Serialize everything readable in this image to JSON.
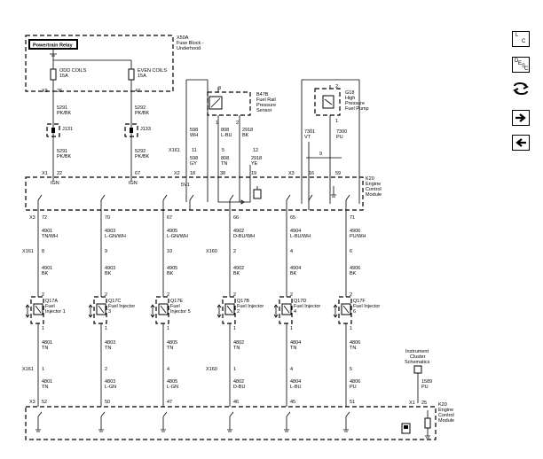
{
  "blocks": {
    "fuse_block_id": "X50A",
    "fuse_block_name_1": "Fuse Block -",
    "fuse_block_name_2": "Underhood",
    "relay_label": "Powertrain Relay",
    "fuse_odd_1": "ODD COILS",
    "fuse_odd_2": "15A",
    "fuse_even_1": "EVEN COILS",
    "fuse_even_2": "15A",
    "ecm_id": "K20",
    "ecm_name_1": "Engine",
    "ecm_name_2": "Control",
    "ecm_name_3": "Module",
    "ecm_id_bottom": "K20",
    "ecm_bottom_1": "Engine",
    "ecm_bottom_2": "Control",
    "ecm_bottom_3": "Module",
    "sensor_pin": "3",
    "sensor_id": "B47B",
    "sensor_name_1": "Fuel Rail",
    "sensor_name_2": "Pressure",
    "sensor_name_3": "Sensor",
    "sensor_pin_1": "1",
    "sensor_pin_2": "2",
    "pump_pin_top": "2",
    "pump_id": "G18",
    "pump_name_1": "High",
    "pump_name_2": "Pressure",
    "pump_name_3": "Fuel Pump",
    "pump_pin_bot": "1",
    "cluster_1": "Instrument",
    "cluster_2": "Cluster",
    "cluster_3": "Schematics"
  },
  "wires": {
    "x3_top": "X3",
    "pin_26": "26",
    "pin_47": "47",
    "c_5291": "5291",
    "c_5291_col": "PK/BK",
    "c_5292": "5292",
    "c_5292_col": "PK/BK",
    "j131": "J131",
    "j133": "J133",
    "c_5291b": "5291",
    "c_5291b_col": "PK/BK",
    "c_5292b": "5292",
    "c_5292b_col": "PK/BK",
    "x1": "X1",
    "pin_22": "22",
    "pin_67": "67",
    "ign_1": "IGN",
    "ign_2": "IGN",
    "c_598": "598",
    "c_598_col": "WH",
    "c_808": "808",
    "c_808_col": "L-BU",
    "c_2918": "2918",
    "c_2918_col": "BK",
    "x161": "X161",
    "pin_11": "11",
    "pin_5": "5",
    "pin_12": "12",
    "c_598b": "598",
    "c_598b_col": "GY",
    "c_808b": "808",
    "c_808b_col": "TN",
    "c_2918b": "2918",
    "c_2918b_col": "YE",
    "x2": "X2",
    "pin_18": "18",
    "pin_38": "38",
    "pin_19": "19",
    "v5": "5V1",
    "c_7301": "7301",
    "c_7301_col": "VT",
    "c_7300": "7300",
    "c_7300_col": "PU",
    "pin_9": "9",
    "x3_mid": "X3",
    "pin_16": "16",
    "pin_59": "59",
    "x3_inj": "X3",
    "c_1589": "1589",
    "c_1589_col": "PU",
    "x1_bot": "X1",
    "pin_25": "25",
    "x3_bot": "X3"
  },
  "connectors": {
    "x161a": "X161",
    "x160a": "X160",
    "x161b": "X161",
    "x160b": "X160"
  },
  "injectors": [
    {
      "pin_ecm": "72",
      "c1": "4901",
      "c1c": "TN/WH",
      "pin_a": "8",
      "c2": "4901",
      "c2c": "BK",
      "id": "Q17A",
      "n1": "Fuel",
      "n2": "Injector 1",
      "p_top": "2",
      "p_bot": "1",
      "c3": "4801",
      "c3c": "TN",
      "pin_b": "1",
      "c4": "4801",
      "c4c": "TN",
      "pin_e": "52"
    },
    {
      "pin_ecm": "70",
      "c1": "4903",
      "c1c": "L-GN/WH",
      "pin_a": "9",
      "c2": "4903",
      "c2c": "BK",
      "id": "Q17C",
      "n1": "Fuel Injector",
      "n2": "3",
      "p_top": "2",
      "p_bot": "1",
      "c3": "4803",
      "c3c": "TN",
      "pin_b": "2",
      "c4": "4803",
      "c4c": "L-GN",
      "pin_e": "50"
    },
    {
      "pin_ecm": "67",
      "c1": "4905",
      "c1c": "L-GN/WH",
      "pin_a": "10",
      "c2": "4905",
      "c2c": "BK",
      "id": "Q17E",
      "n1": "Fuel",
      "n2": "Injector 5",
      "p_top": "2",
      "p_bot": "1",
      "c3": "4805",
      "c3c": "TN",
      "pin_b": "4",
      "c4": "4805",
      "c4c": "L-GN",
      "pin_e": "47"
    },
    {
      "pin_ecm": "66",
      "c1": "4902",
      "c1c": "D-BU/WH",
      "pin_a": "2",
      "c2": "4902",
      "c2c": "BK",
      "id": "Q17B",
      "n1": "Fuel Injector",
      "n2": "2",
      "p_top": "2",
      "p_bot": "1",
      "c3": "4802",
      "c3c": "TN",
      "pin_b": "1",
      "c4": "4802",
      "c4c": "D-BU",
      "pin_e": "46"
    },
    {
      "pin_ecm": "65",
      "c1": "4904",
      "c1c": "L-BU/WH",
      "pin_a": "4",
      "c2": "4904",
      "c2c": "BK",
      "id": "Q17D",
      "n1": "Fuel Injector",
      "n2": "4",
      "p_top": "2",
      "p_bot": "1",
      "c3": "4804",
      "c3c": "TN",
      "pin_b": "4",
      "c4": "4804",
      "c4c": "L-BU",
      "pin_e": "45"
    },
    {
      "pin_ecm": "71",
      "c1": "4906",
      "c1c": "PU/WH",
      "pin_a": "6",
      "c2": "4906",
      "c2c": "BK",
      "id": "Q17F",
      "n1": "Fuel Injector",
      "n2": "6",
      "p_top": "2",
      "p_bot": "1",
      "c3": "4806",
      "c3c": "TN",
      "pin_b": "5",
      "c4": "4806",
      "c4c": "PU",
      "pin_e": "51"
    }
  ],
  "nav": {
    "locator_top": "L",
    "locator_bottom": "C",
    "desc_1": "D",
    "desc_2": "E",
    "desc_3": "S",
    "desc_4": "C"
  }
}
